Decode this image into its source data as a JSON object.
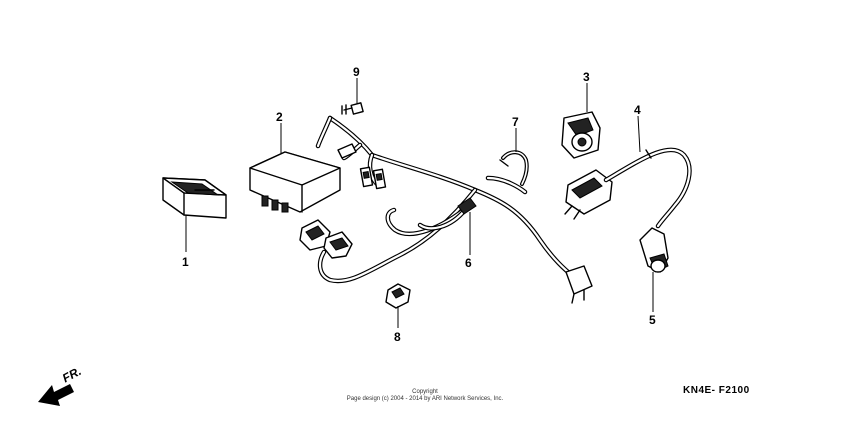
{
  "diagram": {
    "callouts": [
      "1",
      "2",
      "3",
      "4",
      "5",
      "6",
      "7",
      "8",
      "9"
    ],
    "direction_label": "FR.",
    "copyright_line1": "Copyright",
    "copyright_line2": "Page design (c) 2004 - 2014 by ARI Network Services, Inc.",
    "diagram_code": "KN4E- F2100"
  }
}
